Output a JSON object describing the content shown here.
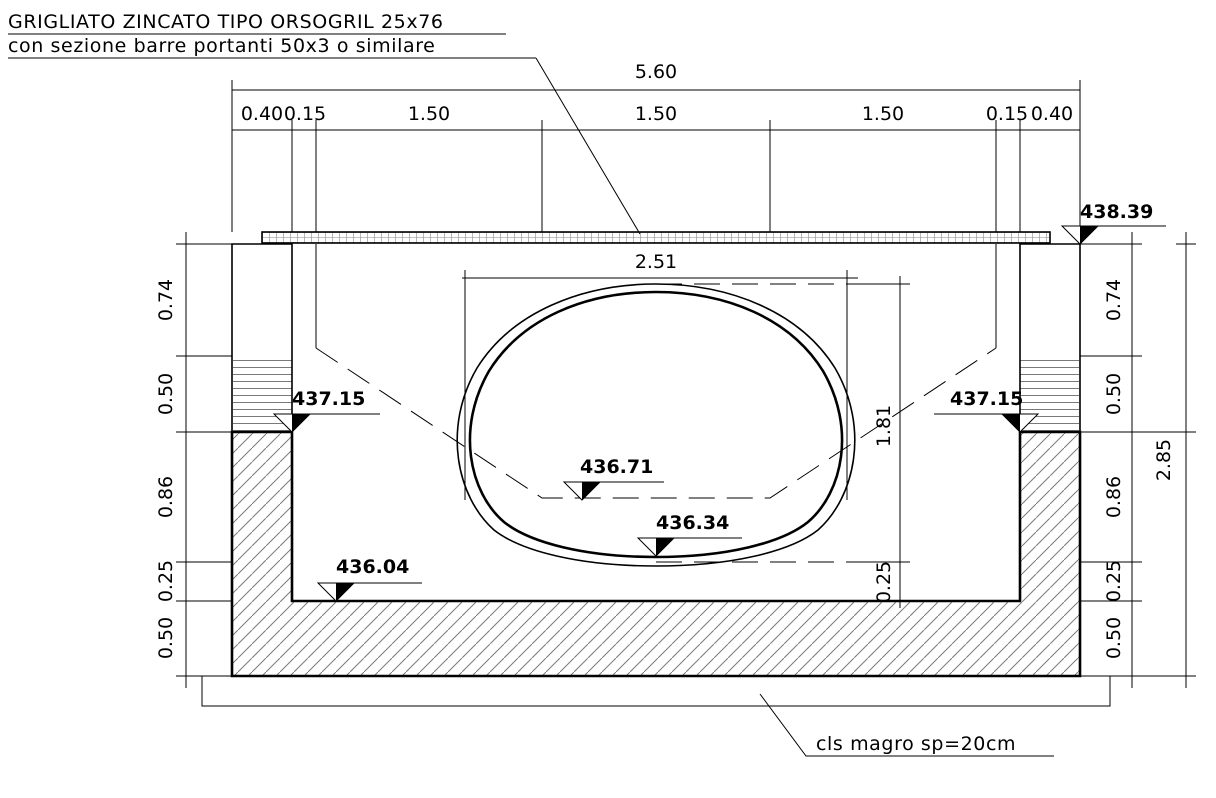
{
  "notes": {
    "grating_line1": "GRIGLIATO ZINCATO TIPO ORSOGRIL 25x76",
    "grating_line2": "con sezione barre portanti 50x3 o similare",
    "blinding_concrete": "cls magro sp=20cm"
  },
  "dimensions": {
    "total_width": "5.60",
    "top_segments": [
      "0.40",
      "0.15",
      "1.50",
      "1.50",
      "1.50",
      "0.15",
      "0.40"
    ],
    "pipe_width": "2.51",
    "pipe_height": "1.81",
    "pipe_bottom_clearance": "0.25",
    "left_vertical": [
      "0.74",
      "0.50",
      "0.86",
      "0.25",
      "0.50"
    ],
    "right_vertical": [
      "0.74",
      "0.50",
      "0.86",
      "0.25",
      "0.50"
    ],
    "total_height": "2.85"
  },
  "levels": {
    "top": "438.39",
    "left_shoulder": "437.15",
    "right_shoulder": "437.15",
    "pipe_center": "436.71",
    "pipe_invert": "436.34",
    "chamber_floor": "436.04"
  },
  "colors": {
    "line": "#000000",
    "hatch": "#7a7a7a",
    "background": "#ffffff"
  }
}
